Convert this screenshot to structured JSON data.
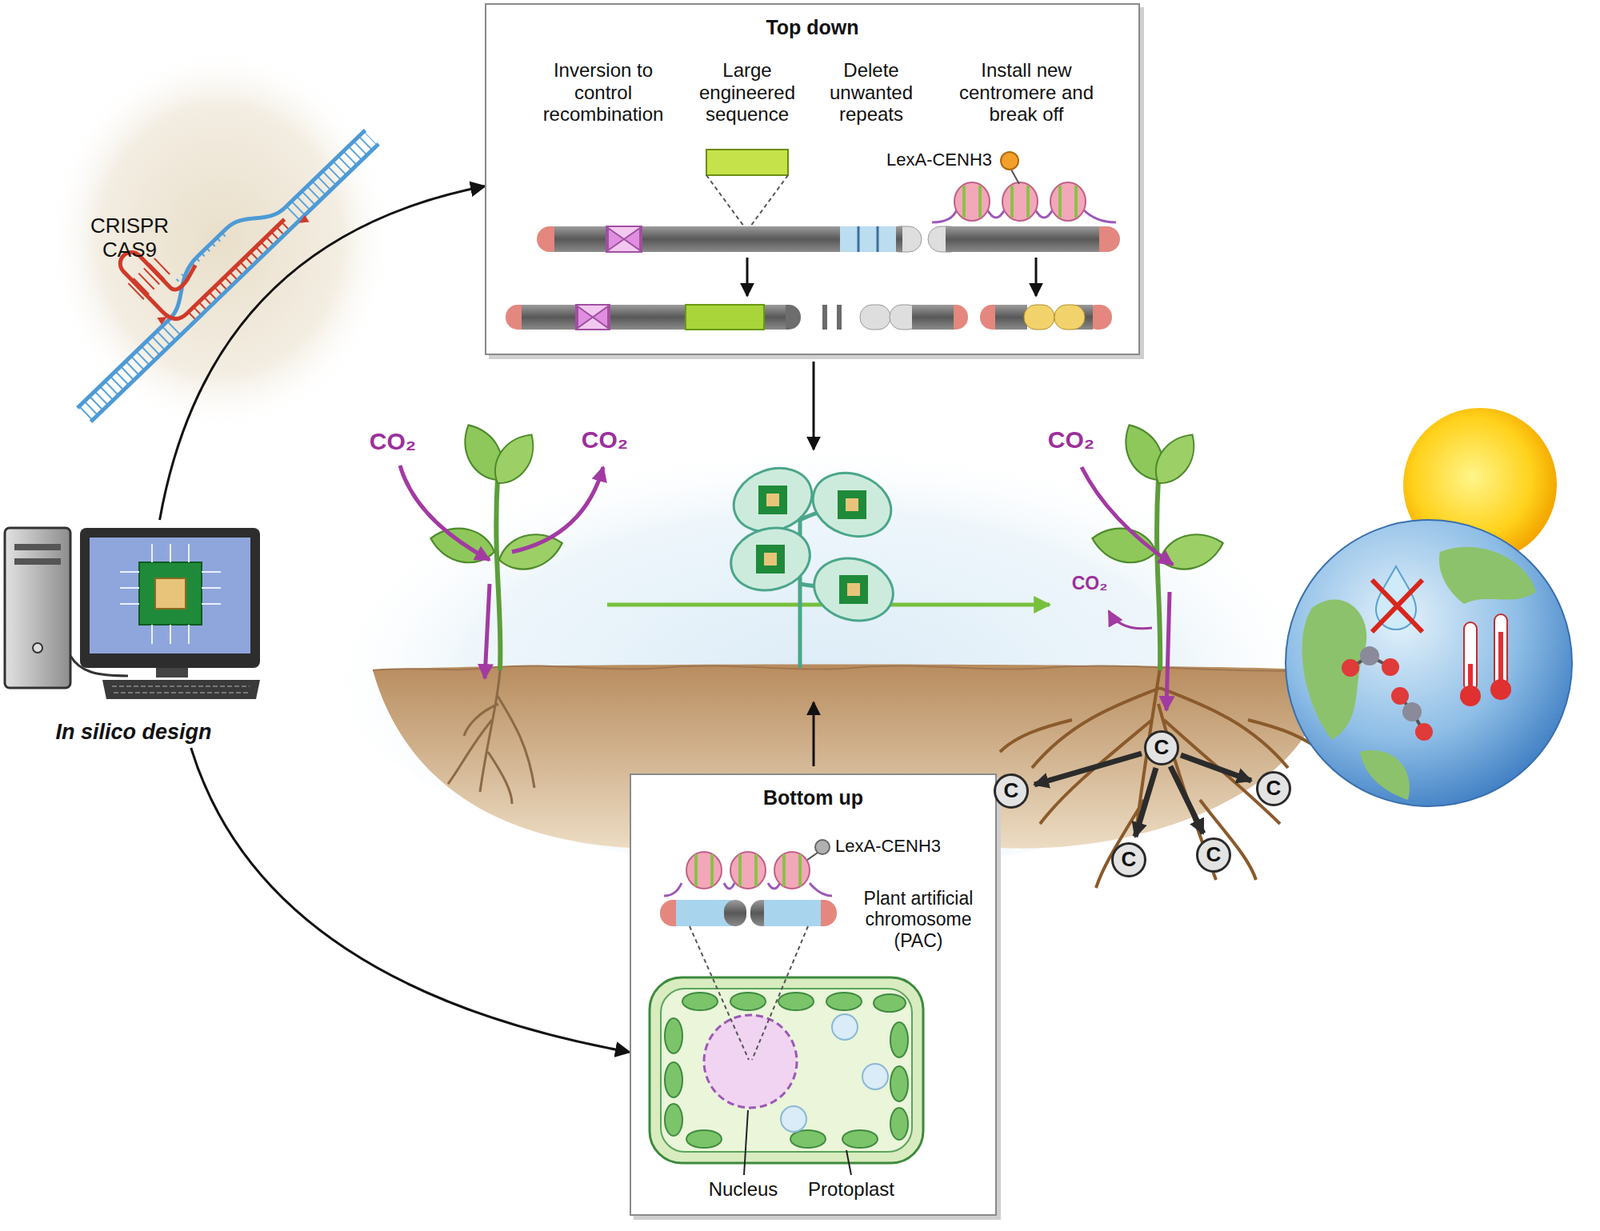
{
  "diagram": {
    "nodes": [
      {
        "text": [
          "Top down"
        ]
      },
      {
        "text": [
          "In silico design"
        ]
      },
      {
        "text": [
          "Bottom up"
        ]
      },
      {
        "text": [
          "C"
        ]
      },
      {
        "text": [
          "C"
        ]
      },
      {
        "text": [
          "C"
        ]
      },
      {
        "text": [
          "C"
        ]
      },
      {
        "text": [
          "C"
        ]
      }
    ],
    "edges": [
      {
        "from": 1,
        "to": 0,
        "arrow": "to"
      },
      {
        "from": 1,
        "to": 2,
        "arrow": "to"
      }
    ],
    "labels": [
      "CRISPR CAS9",
      "Inversion to control recombination",
      "Large engineered sequence",
      "Delete unwanted repeats",
      "Install new centromere and break off",
      "LexA-CENH3",
      "CO₂",
      "CO₂",
      "CO₂",
      "CO₂",
      "LexA-CENH3",
      "Plant artificial chromosome (PAC)",
      "Nucleus",
      "Protoplast"
    ]
  }
}
